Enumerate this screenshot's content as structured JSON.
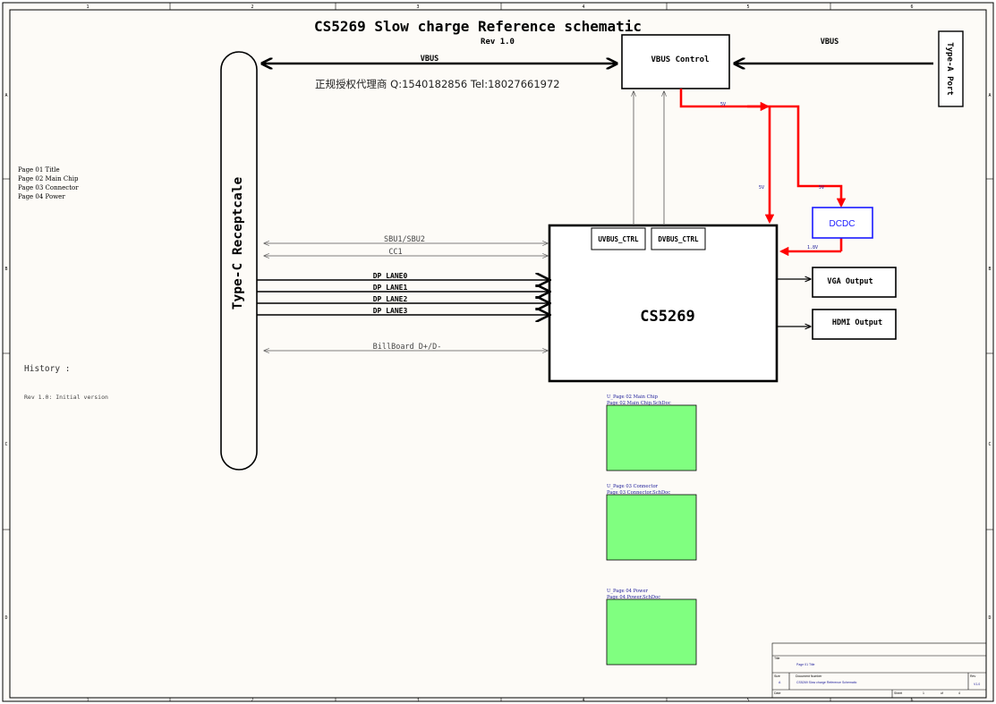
{
  "title": "CS5269 Slow charge Reference schematic",
  "revision": "Rev 1.0",
  "dealer_note": "正规授权代理商 Q:1540182856 Tel:18027661972",
  "page_index": [
    "Page 01 Title",
    "Page 02 Main Chip",
    "Page 03 Connector",
    "Page 04 Power"
  ],
  "history": {
    "heading": "History :",
    "entry": "Rev 1.0: Initial version"
  },
  "frame": {
    "columns": [
      "1",
      "2",
      "3",
      "4",
      "5",
      "6"
    ],
    "rows": [
      "A",
      "B",
      "C",
      "D"
    ]
  },
  "blocks": {
    "typec": "Type-C Receptcale",
    "typea": "Type-A Port",
    "vbus_control": "VBUS Control",
    "cs5269": "CS5269",
    "uvbus_ctrl": "UVBUS_CTRL",
    "dvbus_ctrl": "DVBUS_CTRL",
    "dcdc": "DCDC",
    "vga": "VGA Output",
    "hdmi": "HDMI Output"
  },
  "nets": {
    "vbus_left": "VBUS",
    "vbus_right": "VBUS",
    "sbu": "SBU1/SBU2",
    "cc": "CC1",
    "lanes": [
      "DP LANE0",
      "DP LANE1",
      "DP LANE2",
      "DP LANE3"
    ],
    "billboard": "BillBoard D+/D-",
    "v5_a": "5V",
    "v5_b": "5V",
    "v5_c": "5V",
    "v18": "1.8V"
  },
  "sheets": [
    {
      "designator": "U_Page 02 Main Chip",
      "file": "Page 02 Main Chip.SchDoc"
    },
    {
      "designator": "U_Page 03 Connector",
      "file": "Page 03 Connector.SchDoc"
    },
    {
      "designator": "U_Page 04 Power",
      "file": "Page 04 Power.SchDoc"
    }
  ],
  "title_block": {
    "title_label": "Title",
    "title_value": "Page 01 Title",
    "size_label": "Size",
    "size_value": "A",
    "docnum_label": "Document Number",
    "docnum_value": "CS5269 Slow charge Reference Schematic",
    "rev_label": "Rev",
    "rev_value": "V1.0",
    "date_label": "Date",
    "sheet_label": "Sheet",
    "sheet_no": "1",
    "of_label": "of",
    "sheet_total": "4"
  },
  "colors": {
    "line": "#000000",
    "power": "#ff0000",
    "dcdc": "#1a1aff",
    "sheet_fill": "#80ff80",
    "sheet_text": "#1a1a99",
    "frame_bg": "#fdfbf7"
  }
}
